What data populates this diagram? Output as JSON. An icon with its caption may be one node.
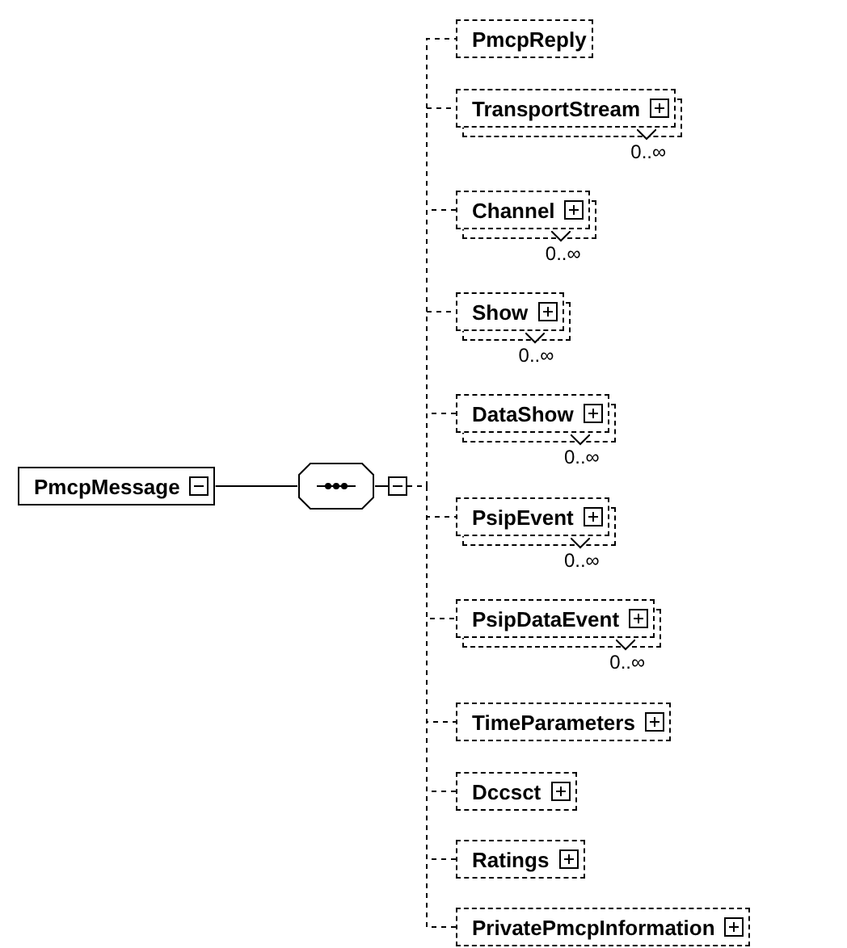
{
  "diagram": {
    "nodes": [
      {
        "text": [
          "PmcpMessage"
        ]
      },
      {
        "text": [],
        "shape": "octagon"
      },
      {
        "text": [
          "PmcpReply"
        ]
      },
      {
        "text": [
          "TransportStream"
        ],
        "beside": [
          "0..∞"
        ]
      },
      {
        "text": [
          "Channel"
        ],
        "beside": [
          "0..∞"
        ]
      },
      {
        "text": [
          "Show"
        ],
        "beside": [
          "0..∞"
        ]
      },
      {
        "text": [
          "DataShow"
        ],
        "beside": [
          "0..∞"
        ]
      },
      {
        "text": [
          "PsipEvent"
        ],
        "beside": [
          "0..∞"
        ]
      },
      {
        "text": [
          "PsipDataEvent"
        ],
        "beside": [
          "0..∞"
        ]
      },
      {
        "text": [
          "TimeParameters"
        ]
      },
      {
        "text": [
          "Dccsct"
        ]
      },
      {
        "text": [
          "Ratings"
        ]
      },
      {
        "text": [
          "PrivatePmcpInformation"
        ]
      }
    ],
    "edges": [
      {
        "from": 0,
        "to": 1,
        "arrow": "none"
      },
      {
        "from": 1,
        "to": 2,
        "arrow": "none",
        "style": "dashed"
      },
      {
        "from": 1,
        "to": 3,
        "arrow": "none",
        "style": "dashed"
      },
      {
        "from": 1,
        "to": 4,
        "arrow": "none",
        "style": "dashed"
      },
      {
        "from": 1,
        "to": 5,
        "arrow": "none",
        "style": "dashed"
      },
      {
        "from": 1,
        "to": 6,
        "arrow": "none",
        "style": "dashed"
      },
      {
        "from": 1,
        "to": 7,
        "arrow": "none",
        "style": "dashed"
      },
      {
        "from": 1,
        "to": 8,
        "arrow": "none",
        "style": "dashed"
      },
      {
        "from": 1,
        "to": 9,
        "arrow": "none",
        "style": "dashed"
      },
      {
        "from": 1,
        "to": 10,
        "arrow": "none",
        "style": "dashed"
      },
      {
        "from": 1,
        "to": 11,
        "arrow": "none",
        "style": "dashed"
      },
      {
        "from": 1,
        "to": 12,
        "arrow": "none",
        "style": "dashed"
      }
    ]
  }
}
